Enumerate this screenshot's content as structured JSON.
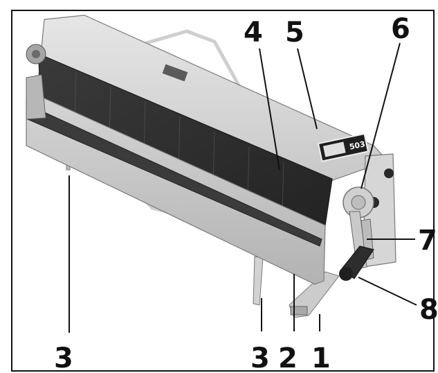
{
  "figure": {
    "background": "#ffffff",
    "machine_colors": {
      "body_light": "#d9d9d9",
      "body_mid": "#bdbdbd",
      "body_dark": "#8a8a8a",
      "blade_dark": "#2e2e2e",
      "blade_mid": "#454545",
      "ink": "#111111"
    },
    "nameplate_model": "503"
  },
  "callouts": [
    {
      "number": "1"
    },
    {
      "number": "2"
    },
    {
      "number": "3"
    },
    {
      "number": "3"
    },
    {
      "number": "4"
    },
    {
      "number": "5"
    },
    {
      "number": "6"
    },
    {
      "number": "7"
    },
    {
      "number": "8"
    }
  ]
}
